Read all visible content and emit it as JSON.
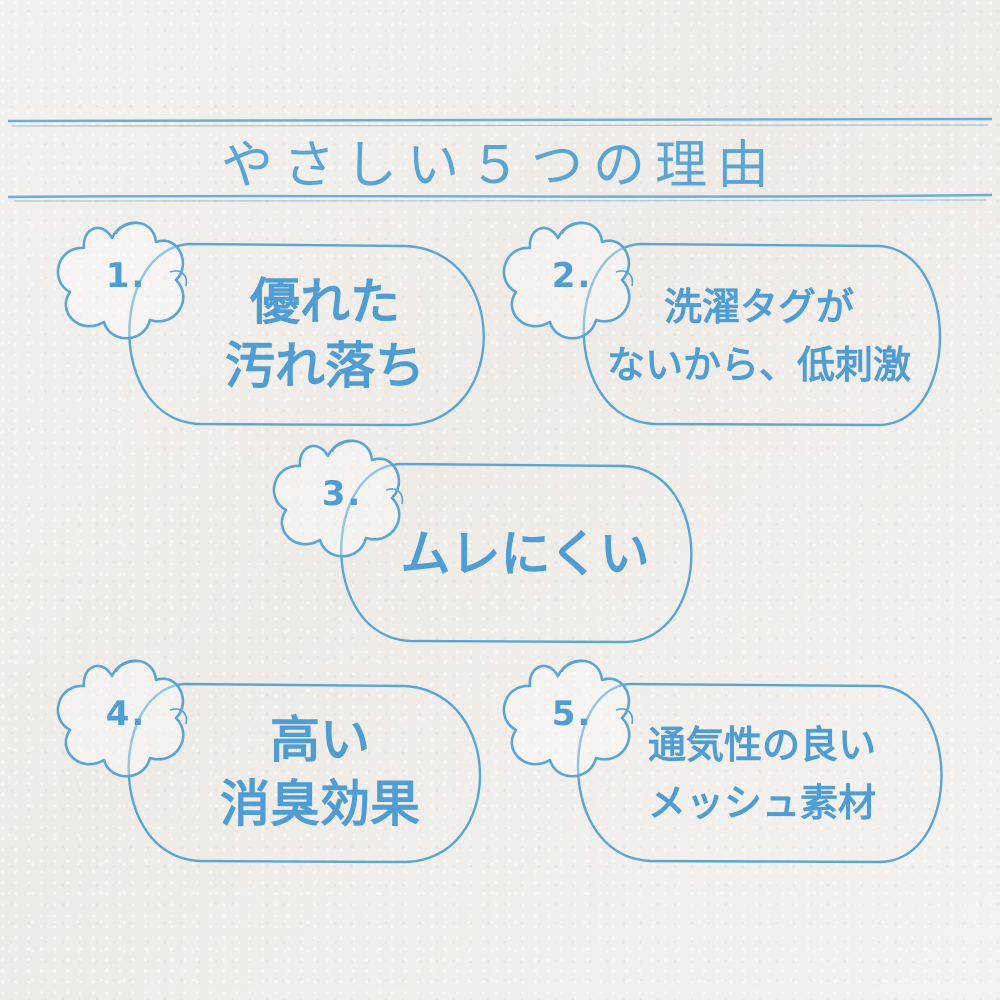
{
  "title": "やさしい５つの理由",
  "colors": {
    "accent": "#4f9dd2",
    "background": "#f1efec"
  },
  "reasons": [
    {
      "number": "1.",
      "lines": [
        "優れた",
        "汚れ落ち"
      ]
    },
    {
      "number": "2.",
      "lines": [
        "洗濯タグが",
        "ないから、低刺激"
      ]
    },
    {
      "number": "3.",
      "lines": [
        "ムレにくい"
      ]
    },
    {
      "number": "4.",
      "lines": [
        "高い",
        "消臭効果"
      ]
    },
    {
      "number": "5.",
      "lines": [
        "通気性の良い",
        "メッシュ素材"
      ]
    }
  ],
  "icons": {
    "number_badge": "cloud-flower-icon"
  }
}
